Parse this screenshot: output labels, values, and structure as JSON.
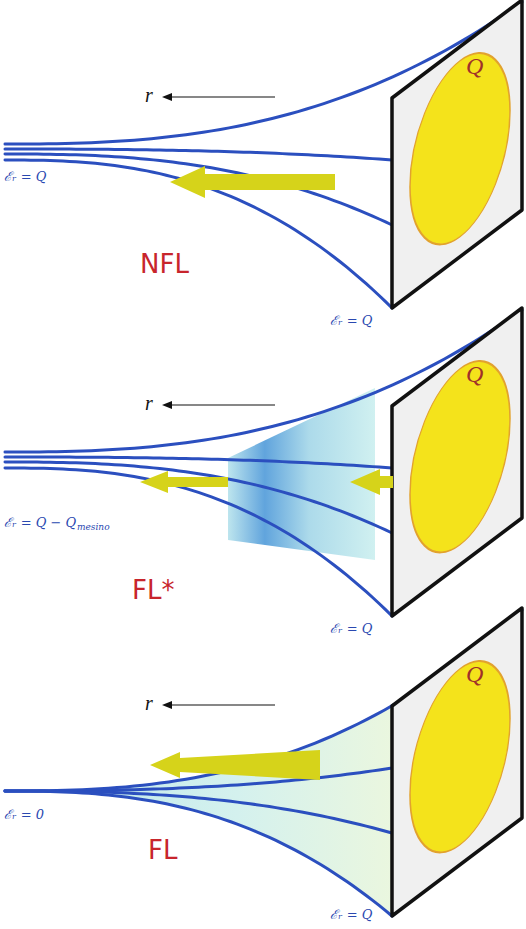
{
  "diagram": {
    "nodes": [
      {
        "text": [
          "Q"
        ]
      },
      {
        "text": [
          "Q"
        ]
      },
      {
        "text": [
          "Q"
        ]
      }
    ],
    "labels": [
      "r",
      "ℰᵣ = Q",
      "NFL",
      "ℰᵣ = Q",
      "r",
      "ℰᵣ = Q − Q",
      "mesino",
      "FL*",
      "ℰᵣ = Q",
      "r",
      "ℰᵣ = 0",
      "FL",
      "ℰᵣ = Q"
    ]
  }
}
